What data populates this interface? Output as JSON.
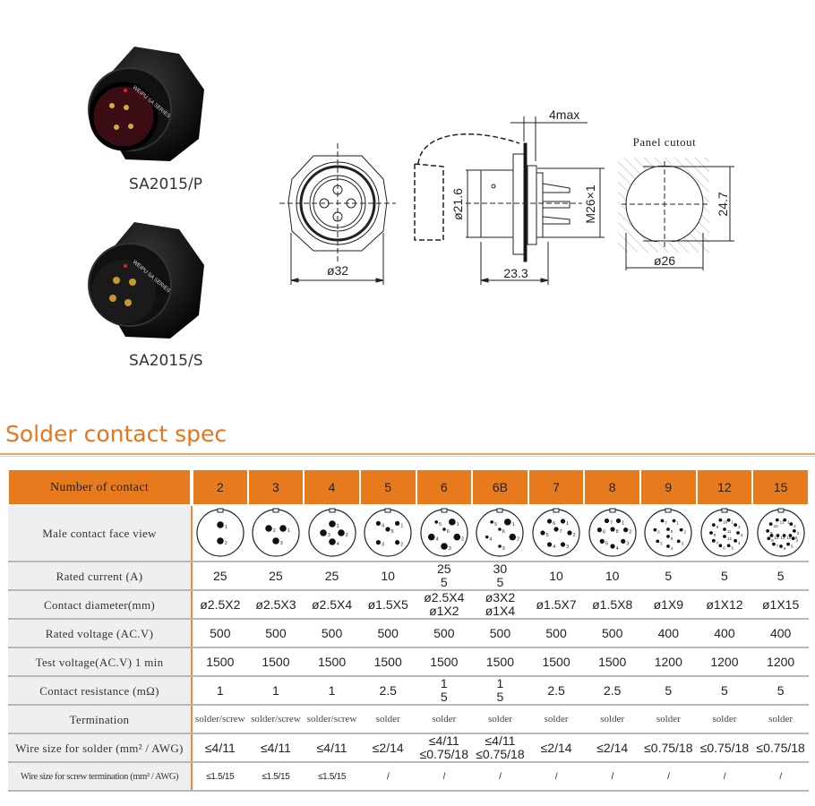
{
  "products": [
    {
      "model": "SA2015/P",
      "brand_text": "WEIPU SA SERIES"
    },
    {
      "model": "SA2015/S",
      "brand_text": "WEIPU SA SERIES"
    }
  ],
  "drawing": {
    "front_diameter": "ø32",
    "body_diameter": "ø21.6",
    "length": "23.3",
    "panel_thickness": "4max",
    "thread": "M26×1",
    "panel_cutout_label": "Panel cutout",
    "cutout_flat": "24.7",
    "cutout_diameter": "ø26"
  },
  "spec_title": "Solder contact spec",
  "table": {
    "row_labels": {
      "header": "Number of contact",
      "face": "Male  contact  face  view",
      "current": "Rated current  (A)",
      "diameter": "Contact diameter(mm)",
      "voltage": "Rated voltage (AC.V)",
      "test": "Test voltage(AC.V) 1 min",
      "resistance": "Contact resistance (mΩ)",
      "termination": "Termination",
      "wire_solder": "Wire size for solder (mm² / AWG)",
      "wire_screw": "Wire size for screw termination (mm² / AWG)"
    },
    "columns": [
      {
        "contacts": "2",
        "pins": [
          "1",
          "2"
        ],
        "current": "25",
        "diameter": "ø2.5X2",
        "voltage": "500",
        "test": "1500",
        "resistance": "1",
        "termination": "solder/screw",
        "wire_solder": "≤4/11",
        "wire_screw": "≤1.5/15"
      },
      {
        "contacts": "3",
        "pins": [
          "1",
          "2",
          "3"
        ],
        "current": "25",
        "diameter": "ø2.5X3",
        "voltage": "500",
        "test": "1500",
        "resistance": "1",
        "termination": "solder/screw",
        "wire_solder": "≤4/11",
        "wire_screw": "≤1.5/15"
      },
      {
        "contacts": "4",
        "pins": [
          "1",
          "2",
          "3",
          "4"
        ],
        "current": "25",
        "diameter": "ø2.5X4",
        "voltage": "500",
        "test": "1500",
        "resistance": "1",
        "termination": "solder/screw",
        "wire_solder": "≤4/11",
        "wire_screw": "≤1.5/15"
      },
      {
        "contacts": "5",
        "pins": [
          "1",
          "2",
          "3",
          "4",
          "5"
        ],
        "current": "10",
        "diameter": "ø1.5X5",
        "voltage": "500",
        "test": "1500",
        "resistance": "2.5",
        "termination": "solder",
        "wire_solder": "≤2/14",
        "wire_screw": "/"
      },
      {
        "contacts": "6",
        "pins": [
          "1",
          "2",
          "3",
          "4",
          "5",
          "6"
        ],
        "current": "25\n5",
        "diameter": "ø2.5X4\nø1X2",
        "voltage": "500",
        "test": "1500",
        "resistance": "1\n5",
        "termination": "solder",
        "wire_solder": "≤4/11\n≤0.75/18",
        "wire_screw": "/"
      },
      {
        "contacts": "6B",
        "pins": [
          "1",
          "2",
          "3",
          "4",
          "5",
          "6"
        ],
        "current": "30\n5",
        "diameter": "ø3X2\nø1X4",
        "voltage": "500",
        "test": "1500",
        "resistance": "1\n5",
        "termination": "solder",
        "wire_solder": "≤4/11\n≤0.75/18",
        "wire_screw": "/"
      },
      {
        "contacts": "7",
        "pins": [
          "1",
          "2",
          "3",
          "4",
          "5",
          "6",
          "7"
        ],
        "current": "10",
        "diameter": "ø1.5X7",
        "voltage": "500",
        "test": "1500",
        "resistance": "2.5",
        "termination": "solder",
        "wire_solder": "≤2/14",
        "wire_screw": "/"
      },
      {
        "contacts": "8",
        "pins": [
          "1",
          "2",
          "3",
          "4",
          "5",
          "6",
          "7",
          "8"
        ],
        "current": "10",
        "diameter": "ø1.5X8",
        "voltage": "500",
        "test": "1500",
        "resistance": "2.5",
        "termination": "solder",
        "wire_solder": "≤2/14",
        "wire_screw": "/"
      },
      {
        "contacts": "9",
        "pins": [
          "1",
          "2",
          "3",
          "4",
          "5",
          "6",
          "7",
          "8",
          "9"
        ],
        "current": "5",
        "diameter": "ø1X9",
        "voltage": "400",
        "test": "1200",
        "resistance": "5",
        "termination": "solder",
        "wire_solder": "≤0.75/18",
        "wire_screw": "/"
      },
      {
        "contacts": "12",
        "pins": [
          "1",
          "2",
          "3",
          "4",
          "5",
          "6",
          "7",
          "8",
          "9",
          "10",
          "11",
          "12"
        ],
        "current": "5",
        "diameter": "ø1X12",
        "voltage": "400",
        "test": "1200",
        "resistance": "5",
        "termination": "solder",
        "wire_solder": "≤0.75/18",
        "wire_screw": "/"
      },
      {
        "contacts": "15",
        "pins": [
          "1",
          "2",
          "3",
          "4",
          "5",
          "6",
          "7",
          "8",
          "9",
          "10",
          "11",
          "12",
          "13",
          "14",
          "15"
        ],
        "current": "5",
        "diameter": "ø1X15",
        "voltage": "400",
        "test": "1200",
        "resistance": "5",
        "termination": "solder",
        "wire_solder": "≤0.75/18",
        "wire_screw": "/"
      }
    ]
  },
  "colors": {
    "accent": "#e87a1e",
    "label_bg": "#efefef",
    "rule": "#b8b8b8"
  }
}
